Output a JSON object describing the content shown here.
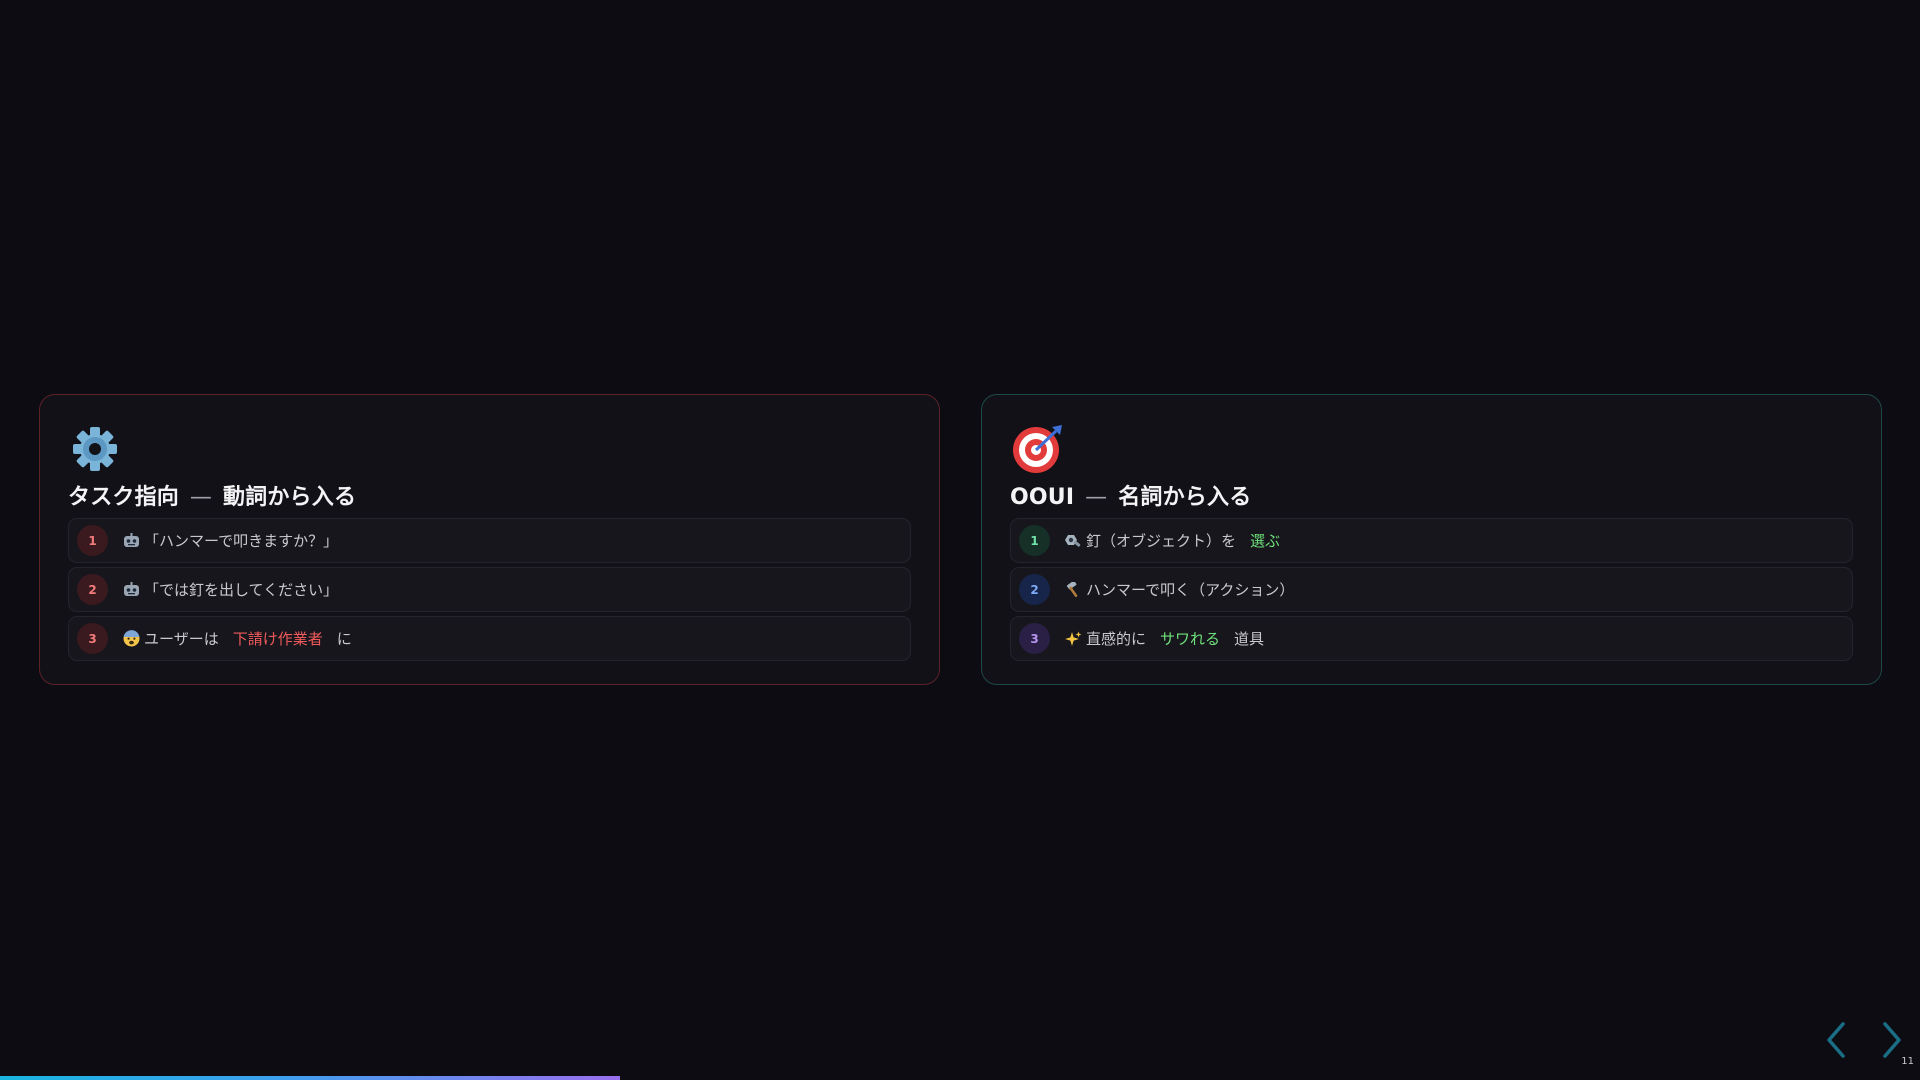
{
  "cards": [
    {
      "id": "task",
      "icon": "gear-icon",
      "title_main": "タスク指向",
      "title_dash": "—",
      "title_sub": "動詞から入る",
      "steps": [
        {
          "num": "1",
          "emoji": "robot-icon",
          "text": "「ハンマーで叩きますか？」"
        },
        {
          "num": "2",
          "emoji": "robot-icon",
          "text": "「では釘を出してください」"
        },
        {
          "num": "3",
          "emoji": "anxious-face-icon",
          "text_before": "ユーザーは",
          "highlight": "下請け作業者",
          "text_after": "に"
        }
      ]
    },
    {
      "id": "ooui",
      "icon": "target-icon",
      "title_main": "OOUI",
      "title_dash": "—",
      "title_sub": "名詞から入る",
      "steps": [
        {
          "num": "1",
          "emoji": "nut-bolt-icon",
          "text_before": "釘（オブジェクト）を",
          "highlight": "選ぶ"
        },
        {
          "num": "2",
          "emoji": "hammer-icon",
          "text": "ハンマーで叩く（アクション）"
        },
        {
          "num": "3",
          "emoji": "sparkles-icon",
          "text_before": "直感的に",
          "highlight": "サワれる",
          "text_after": "道具"
        }
      ]
    }
  ],
  "navigation": {
    "prev_icon": "chevron-left-icon",
    "next_icon": "chevron-right-icon",
    "page_number": "11"
  },
  "progress": {
    "fraction": 0.323
  },
  "colors": {
    "background": "#0c0c12",
    "task_border": "#5c2228",
    "ooui_border": "#1d4a44",
    "highlight_red": "#f05a5a",
    "highlight_green": "#6fe07a",
    "nav_accent": "#1a6e86"
  }
}
